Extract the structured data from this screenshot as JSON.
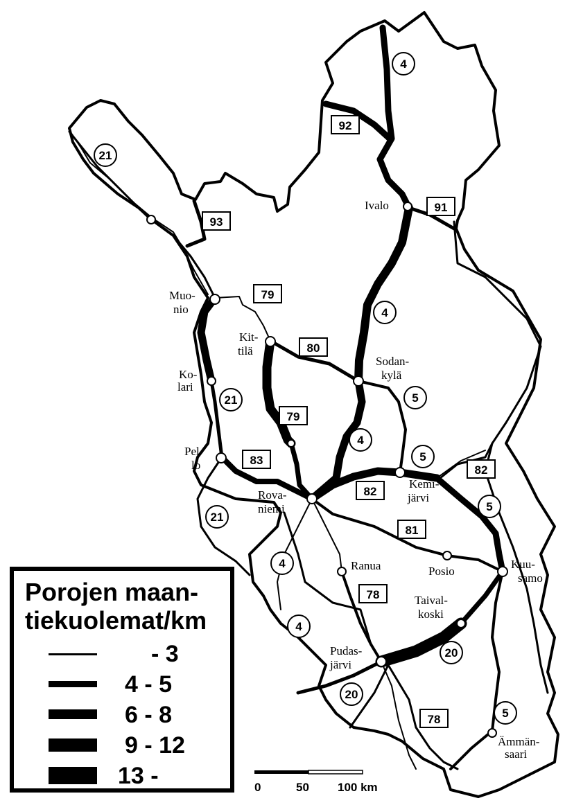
{
  "legend": {
    "title_line1": "Porojen maan-",
    "title_line2": "tiekuolemat/km",
    "classes": [
      "- 3",
      "4 - 5",
      "6 - 8",
      "9 - 12",
      "13 -"
    ]
  },
  "scale": {
    "tick_0": "0",
    "tick_50": "50",
    "tick_100": "100 km"
  },
  "towns": {
    "ivalo": "Ivalo",
    "muonio_1": "Muo-",
    "muonio_2": "nio",
    "kittila_1": "Kit-",
    "kittila_2": "tilä",
    "sodankyla_1": "Sodan-",
    "sodankyla_2": "kylä",
    "kolari_1": "Ko-",
    "kolari_2": "lari",
    "pello_1": "Pel-",
    "pello_2": "lo",
    "rovaniemi_1": "Rova-",
    "rovaniemi_2": "niemi",
    "kemijarvi_1": "Kemi-",
    "kemijarvi_2": "järvi",
    "ranua": "Ranua",
    "posio": "Posio",
    "kuusamo_1": "Kuu-",
    "kuusamo_2": "samo",
    "taivalkoski_1": "Taival-",
    "taivalkoski_2": "koski",
    "pudasjarvi_1": "Pudas-",
    "pudasjarvi_2": "järvi",
    "ammansaari_1": "Ämmän-",
    "ammansaari_2": "saari"
  },
  "road_numbers": {
    "r4_north": "4",
    "r92": "92",
    "r91": "91",
    "r21_nw": "21",
    "r93": "93",
    "r79_top": "79",
    "r80": "80",
    "r4_mid": "4",
    "r5_a": "5",
    "r21_mid": "21",
    "r79_mid": "79",
    "r4_low": "4",
    "r5_b": "5",
    "r83": "83",
    "r82_east": "82",
    "r82_center": "82",
    "r5_c": "5",
    "r21_sw": "21",
    "r81": "81",
    "r4_sw": "4",
    "r78_top": "78",
    "r4_west": "4",
    "r20_east": "20",
    "r20_west": "20",
    "r78_bottom": "78",
    "r5_south": "5"
  },
  "road_class_colors": {
    "road": "#000000",
    "background": "#ffffff"
  }
}
